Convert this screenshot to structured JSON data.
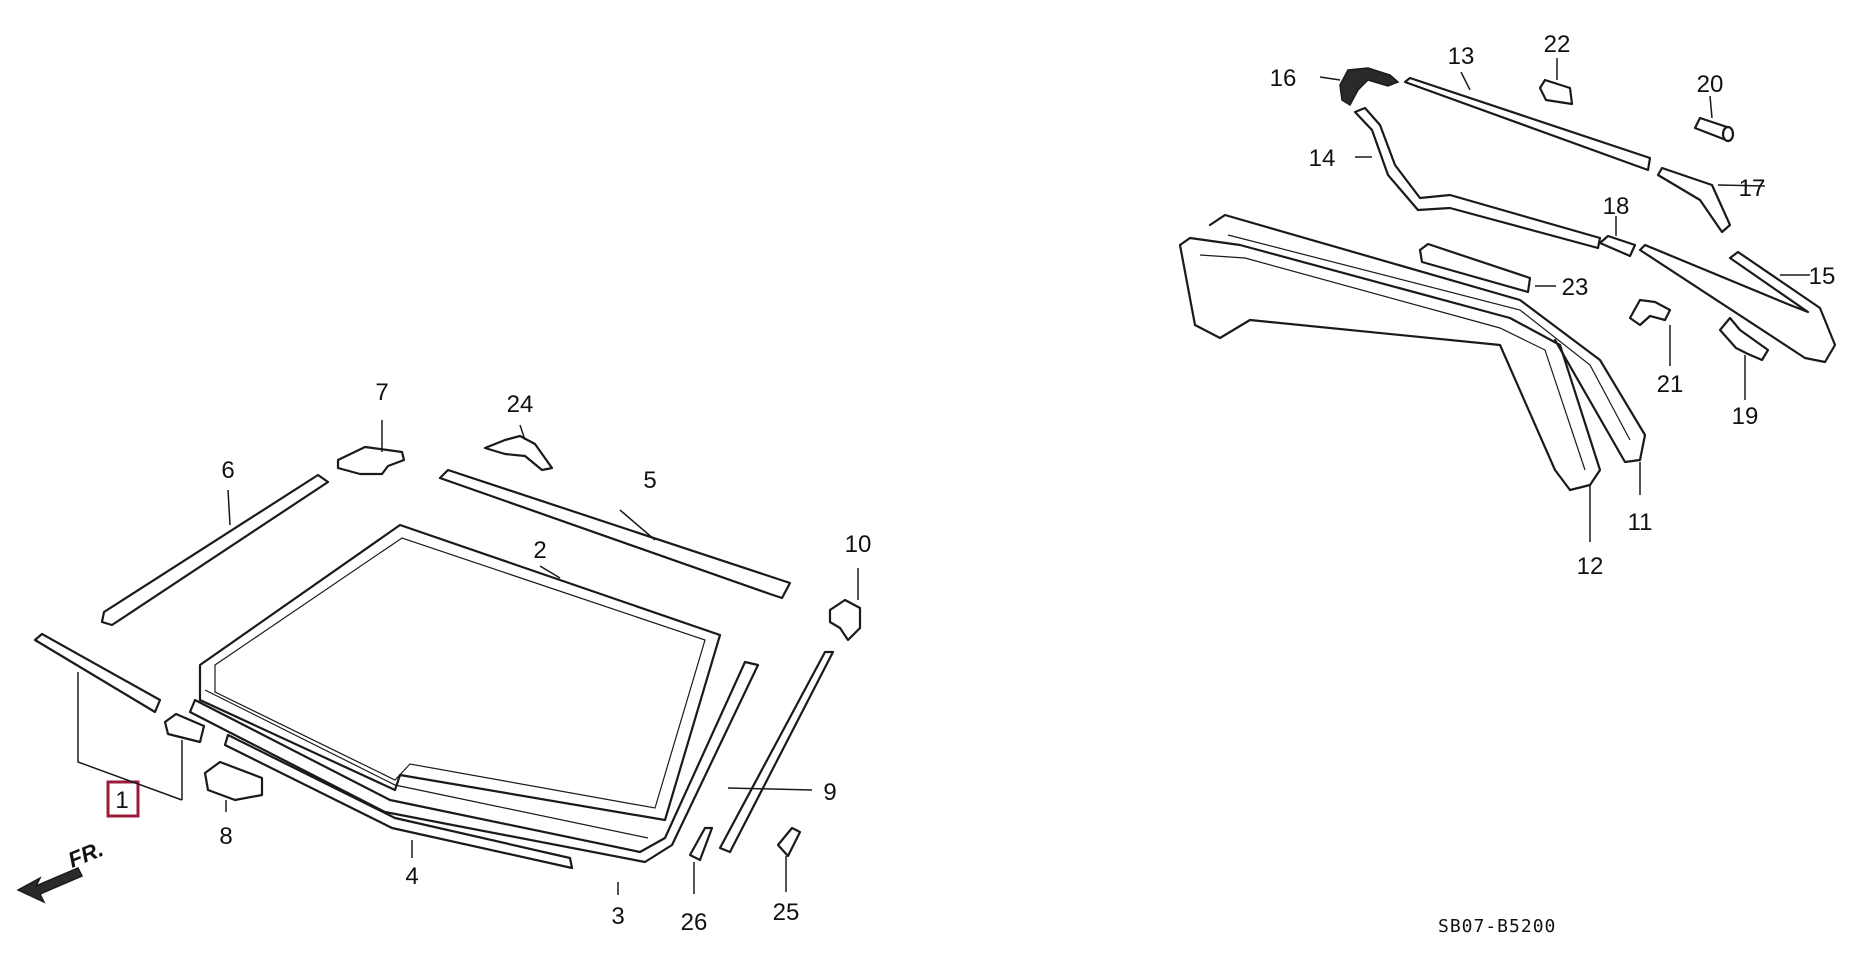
{
  "callouts": {
    "c1": "1",
    "c2": "2",
    "c3": "3",
    "c4": "4",
    "c5": "5",
    "c6": "6",
    "c7": "7",
    "c8": "8",
    "c9": "9",
    "c10": "10",
    "c11": "11",
    "c12": "12",
    "c13": "13",
    "c14": "14",
    "c15": "15",
    "c16": "16",
    "c17": "17",
    "c18": "18",
    "c19": "19",
    "c20": "20",
    "c21": "21",
    "c22": "22",
    "c23": "23",
    "c24": "24",
    "c25": "25",
    "c26": "26"
  },
  "front_label": "FR.",
  "diagram_code": "SB07-B5200",
  "colors": {
    "highlight_box": "#9b1b3a",
    "ink": "#1a1a1a",
    "background": "#ffffff"
  }
}
